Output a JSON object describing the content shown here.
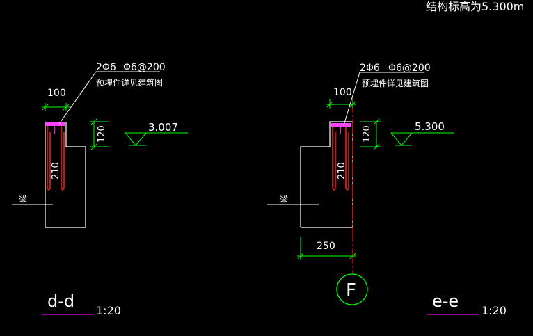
{
  "header": {
    "elevation_note": "结构标高为5.300m"
  },
  "colors": {
    "background": "#000000",
    "outline": "#ffffff",
    "dimension": "#00ff00",
    "rebar": "#ff2020",
    "stirrup": "#ff40ff",
    "underline": "#c000c0",
    "grid_line": "#ff0000"
  },
  "sections": [
    {
      "id": "d-d",
      "title": "d-d",
      "scale": "1:20",
      "rebar_main": "2Φ6",
      "rebar_stirrup": "Φ6@200",
      "embed_note": "预埋件详见建筑图",
      "dim_width": "100",
      "dim_height_top": "120",
      "dim_height_total": "210",
      "level": "3.007",
      "beam_label": "梁"
    },
    {
      "id": "e-e",
      "title": "e-e",
      "scale": "1:20",
      "rebar_main": "2Φ6",
      "rebar_stirrup": "Φ6@200",
      "embed_note": "预埋件详见建筑图",
      "dim_width": "100",
      "dim_height_top": "120",
      "dim_height_total": "210",
      "level": "5.300",
      "beam_label": "梁",
      "dim_offset": "250",
      "grid_axis": "F"
    }
  ]
}
